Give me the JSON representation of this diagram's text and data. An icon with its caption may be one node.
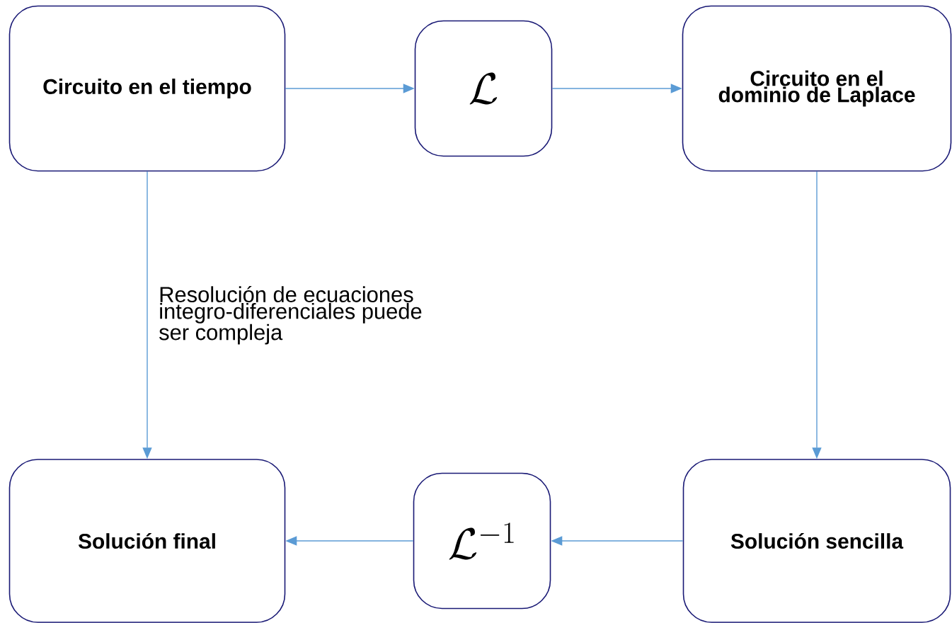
{
  "diagram": {
    "nodes": [
      {
        "text": [
          "Circuito en el tiempo"
        ]
      },
      {
        "text": [
          "\\mathcal{L}"
        ]
      },
      {
        "text": [
          "Circuito en el dominio de Laplace"
        ]
      },
      {
        "text": [
          "Solución sencilla"
        ]
      },
      {
        "text": [
          "\\mathcal{L}^{-1}"
        ]
      },
      {
        "text": [
          "Solución final"
        ]
      }
    ],
    "edges": [
      {
        "from": 0,
        "to": 1,
        "arrow": "to"
      },
      {
        "from": 1,
        "to": 2,
        "arrow": "to"
      },
      {
        "from": 2,
        "to": 3,
        "arrow": "to"
      },
      {
        "from": 3,
        "to": 4,
        "arrow": "to"
      },
      {
        "from": 4,
        "to": 5,
        "arrow": "to"
      },
      {
        "from": 0,
        "to": 5,
        "arrow": "to",
        "label": "Resolución de ecuaciones integro-diferenciales puede ser compleja"
      }
    ]
  }
}
